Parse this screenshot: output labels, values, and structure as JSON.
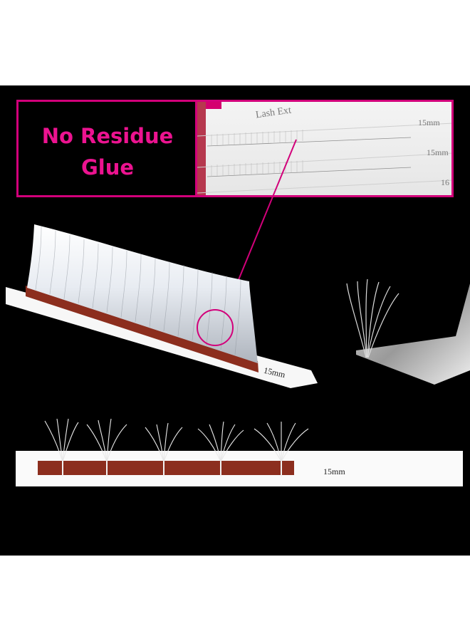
{
  "callout": {
    "headline_line1": "No Residue",
    "headline_line2": "Glue",
    "accent_color": "#d2007a",
    "zoom_texts": [
      "Lash Ext",
      "15mm",
      "15mm",
      "16"
    ]
  },
  "product": {
    "tray_label": "15mm",
    "strip_label": "15mm"
  }
}
